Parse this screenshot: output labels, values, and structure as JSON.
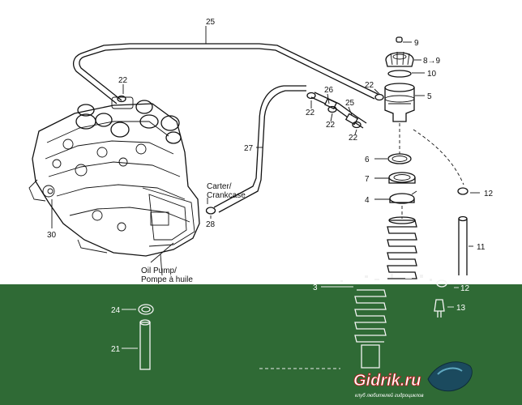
{
  "callouts": {
    "c9": "9",
    "c8": "8→9",
    "c10": "10",
    "c25_top": "25",
    "c22_a": "22",
    "c26": "26",
    "c25_mid": "25",
    "c22_b": "22",
    "c22_c": "22",
    "c22_d": "22",
    "c22_e": "22",
    "c5": "5",
    "c27": "27",
    "c6": "6",
    "c7": "7",
    "c4": "4",
    "c12_a": "12",
    "c11": "11",
    "c30": "30",
    "c28": "28",
    "c3": "3",
    "c12_b": "12",
    "c13": "13",
    "c24": "24",
    "c21": "21"
  },
  "captions": {
    "carter": "Carter/",
    "crankcase": "Crankcase",
    "oil_pump": "Oil Pump/",
    "pompe": "Pompe à huile"
  },
  "watermark": {
    "brand": "Gidrik.ru",
    "tagline": "клуб любителей гидроциклов"
  },
  "colors": {
    "background": "#ffffff",
    "overlay_green": "#2f6a35",
    "line": "#111111",
    "watermark_text": "#ffffff",
    "watermark_outline": "#c3161b"
  }
}
